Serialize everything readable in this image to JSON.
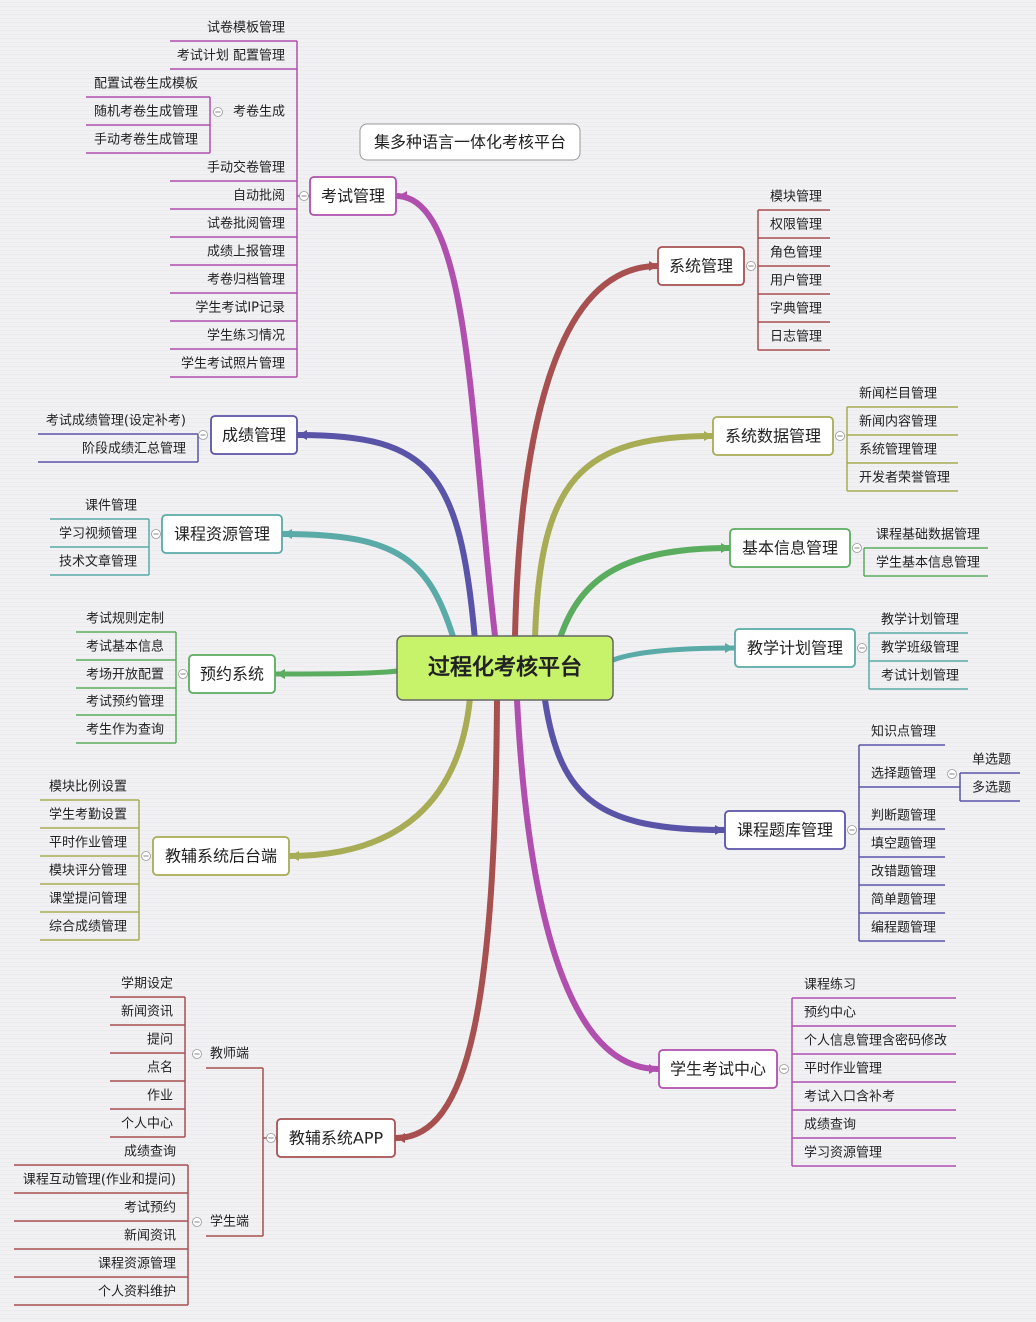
{
  "center": "过程化考核平台",
  "floating_note": "集多种语言一体化考核平台",
  "colors": {
    "center_fill": "#c6f36a",
    "exam": "#b04fae",
    "grade": "#5a54a8",
    "course_res": "#5aaaa8",
    "booking": "#5aac5e",
    "backend": "#a8ac55",
    "app": "#a85050",
    "sys": "#a85050",
    "sysdata": "#a8ac55",
    "baseinfo": "#5aac5e",
    "plan": "#5aaaa8",
    "bank": "#5a54a8",
    "student": "#b04fae"
  },
  "branches": {
    "exam": {
      "label": "考试管理",
      "items": [
        "试卷模板管理",
        "考试计划 配置管理",
        "考卷生成",
        "手动交卷管理",
        "自动批阅",
        "试卷批阅管理",
        "成绩上报管理",
        "考卷归档管理",
        "学生考试IP记录",
        "学生练习情况",
        "学生考试照片管理"
      ],
      "paper_gen_children": [
        "配置试卷生成模板",
        "随机考卷生成管理",
        "手动考卷生成管理"
      ]
    },
    "grade": {
      "label": "成绩管理",
      "items": [
        "考试成绩管理(设定补考)",
        "阶段成绩汇总管理"
      ]
    },
    "course_res": {
      "label": "课程资源管理",
      "items": [
        "课件管理",
        "学习视频管理",
        "技术文章管理"
      ]
    },
    "booking": {
      "label": "预约系统",
      "items": [
        "考试规则定制",
        "考试基本信息",
        "考场开放配置",
        "考试预约管理",
        "考生作为查询"
      ]
    },
    "backend": {
      "label": "教辅系统后台端",
      "items": [
        "模块比例设置",
        "学生考勤设置",
        "平时作业管理",
        "模块评分管理",
        "课堂提问管理",
        "综合成绩管理"
      ]
    },
    "app": {
      "label": "教辅系统APP",
      "teacher": {
        "label": "教师端",
        "items": [
          "学期设定",
          "新闻资讯",
          "提问",
          "点名",
          "作业",
          "个人中心"
        ]
      },
      "student": {
        "label": "学生端",
        "items": [
          "成绩查询",
          "课程互动管理(作业和提问)",
          "考试预约",
          "新闻资讯",
          "课程资源管理",
          "个人资料维护"
        ]
      }
    },
    "sys": {
      "label": "系统管理",
      "items": [
        "模块管理",
        "权限管理",
        "角色管理",
        "用户管理",
        "字典管理",
        "日志管理"
      ]
    },
    "sysdata": {
      "label": "系统数据管理",
      "items": [
        "新闻栏目管理",
        "新闻内容管理",
        "系统管理管理",
        "开发者荣誉管理"
      ]
    },
    "baseinfo": {
      "label": "基本信息管理",
      "items": [
        "课程基础数据管理",
        "学生基本信息管理"
      ]
    },
    "plan": {
      "label": "教学计划管理",
      "items": [
        "教学计划管理",
        "教学班级管理",
        "考试计划管理"
      ]
    },
    "bank": {
      "label": "课程题库管理",
      "items": [
        "知识点管理",
        "选择题管理",
        "判断题管理",
        "填空题管理",
        "改错题管理",
        "简单题管理",
        "编程题管理"
      ],
      "choice_children": [
        "单选题",
        "多选题"
      ]
    },
    "student": {
      "label": "学生考试中心",
      "items": [
        "课程练习",
        "预约中心",
        "个人信息管理含密码修改",
        "平时作业管理",
        "考试入口含补考",
        "成绩查询",
        "学习资源管理"
      ]
    }
  }
}
